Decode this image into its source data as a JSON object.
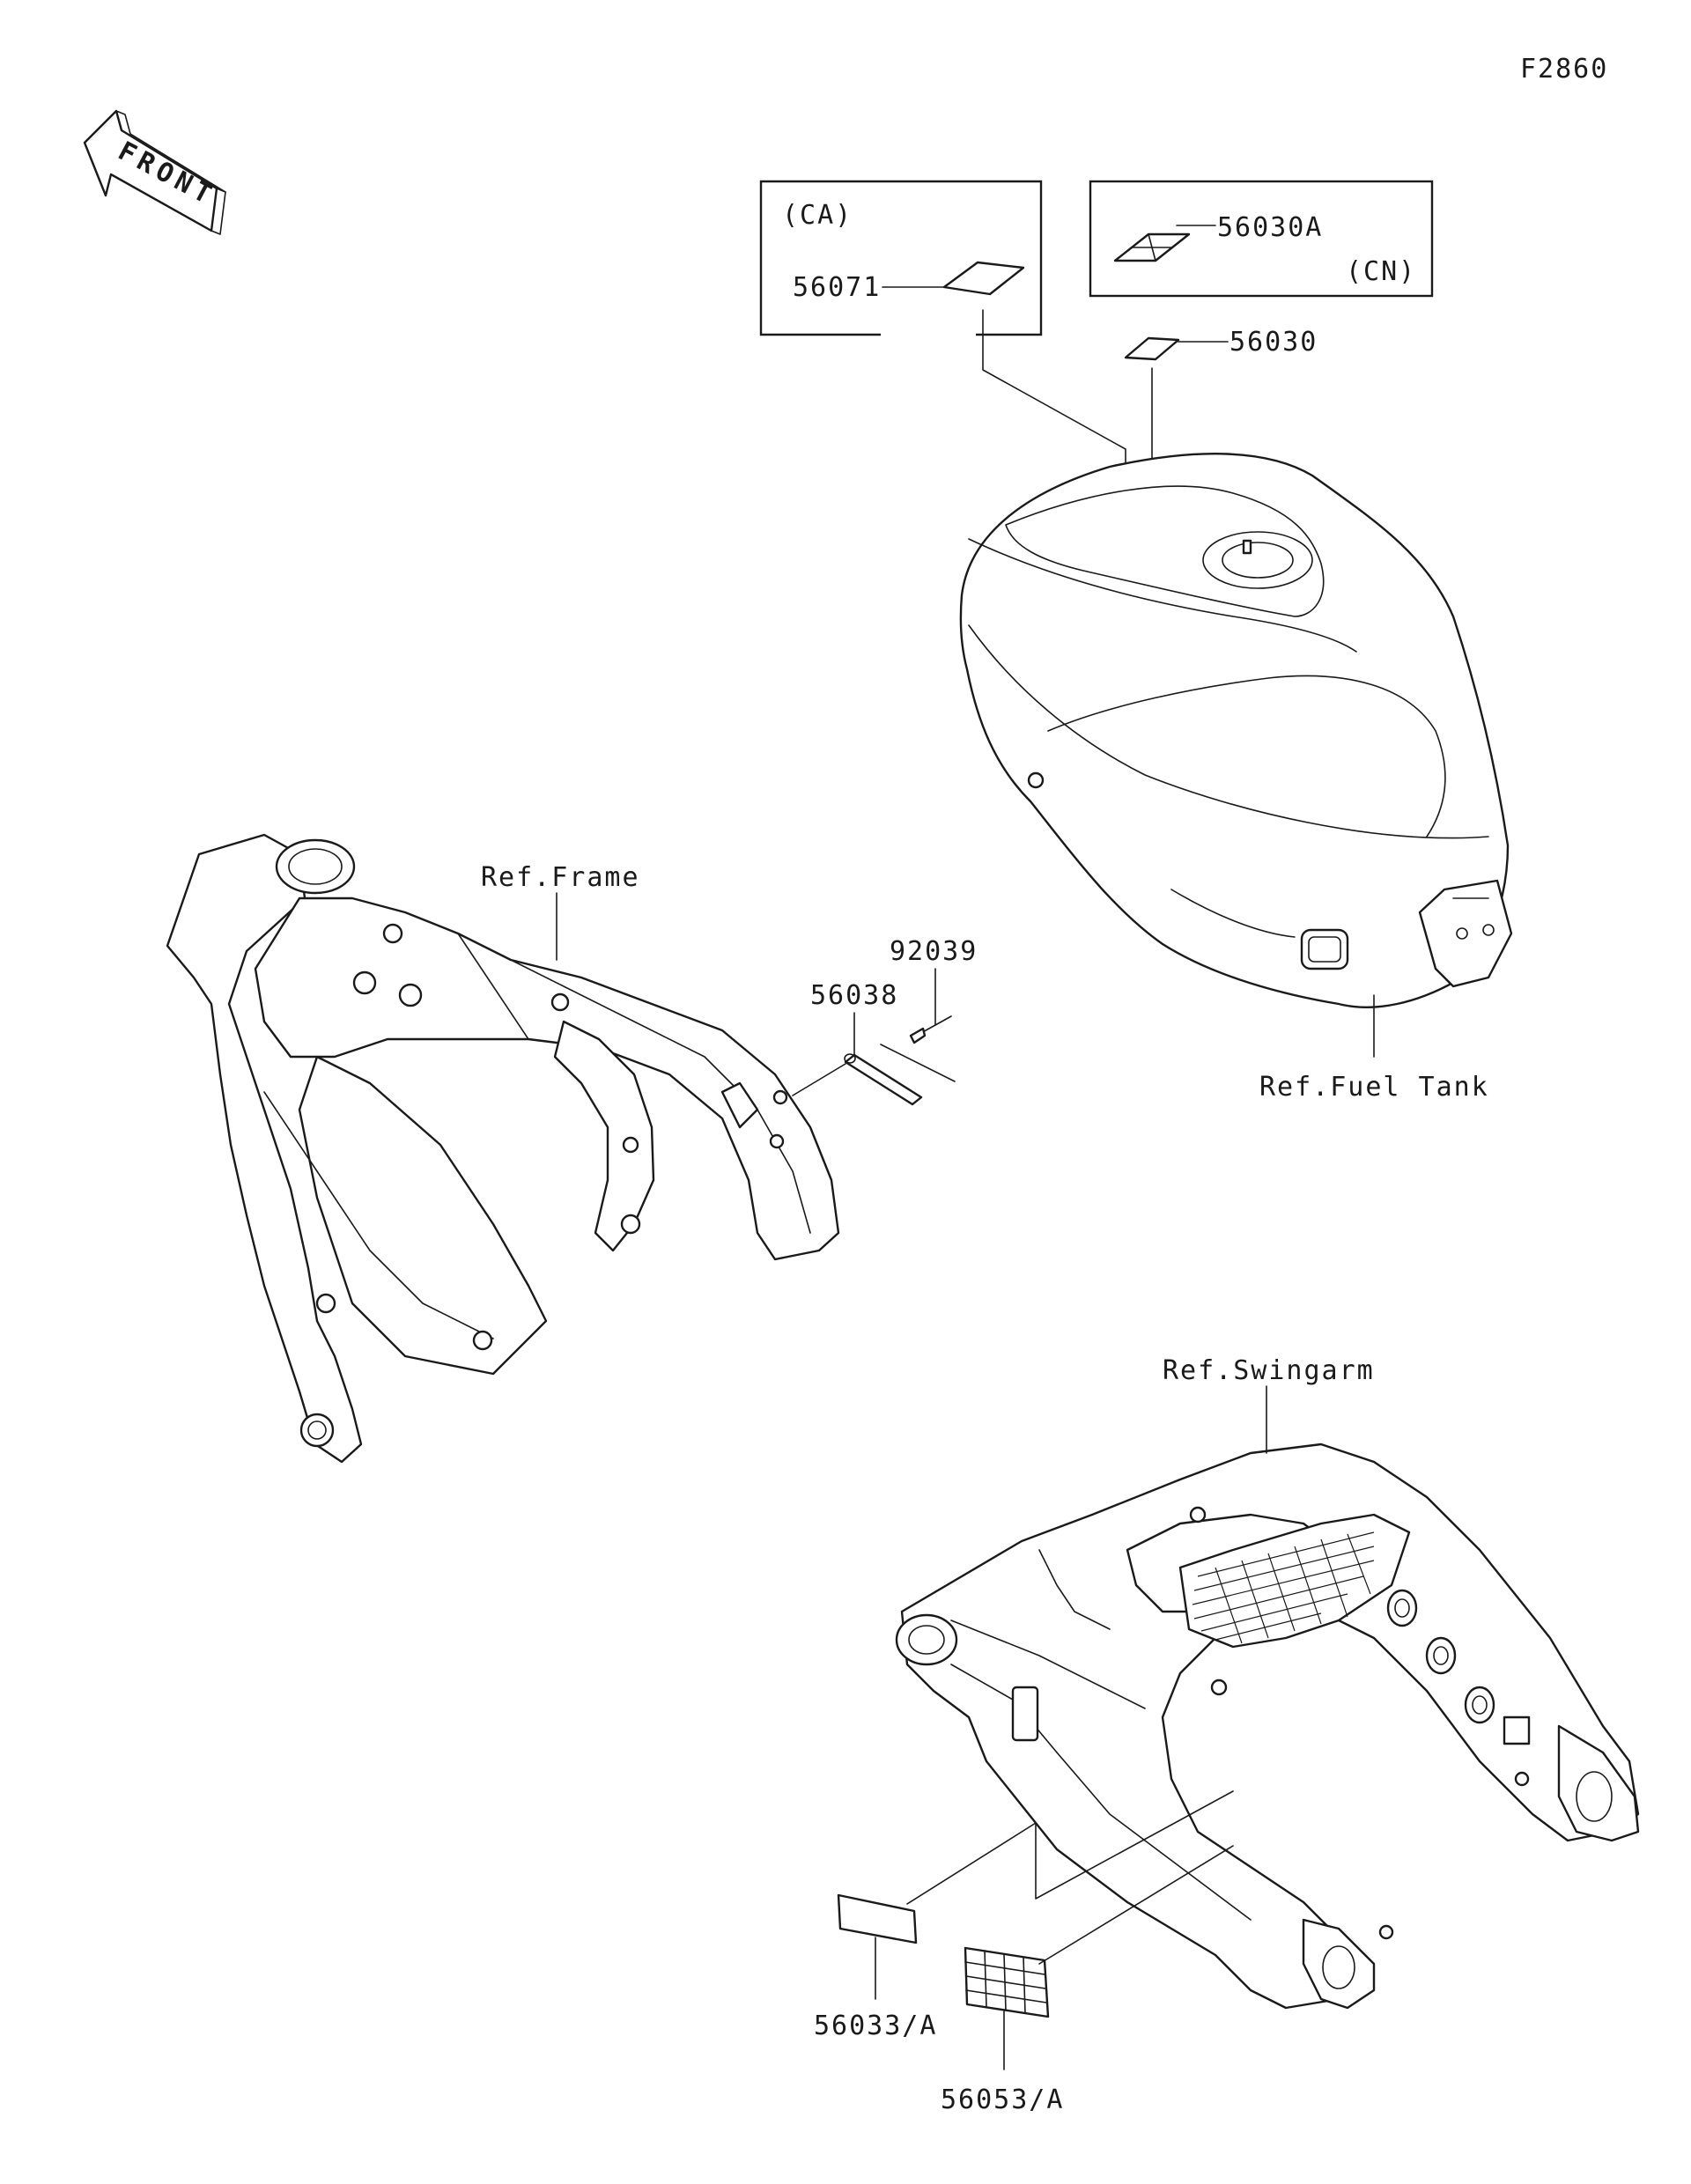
{
  "diagram": {
    "figure_id": "F2860",
    "front_arrow": {
      "label": "FRONT",
      "icon": "front-arrow-icon"
    },
    "boxes": [
      {
        "region": "(CA)",
        "part": "56071"
      },
      {
        "region": "(CN)",
        "part": "56030A"
      }
    ],
    "parts": {
      "p56030": "56030",
      "p92039": "92039",
      "p56038": "56038",
      "p56033": "56033/A",
      "p56053": "56053/A"
    },
    "references": {
      "frame": "Ref.Frame",
      "fuel_tank": "Ref.Fuel Tank",
      "swingarm": "Ref.Swingarm"
    }
  }
}
